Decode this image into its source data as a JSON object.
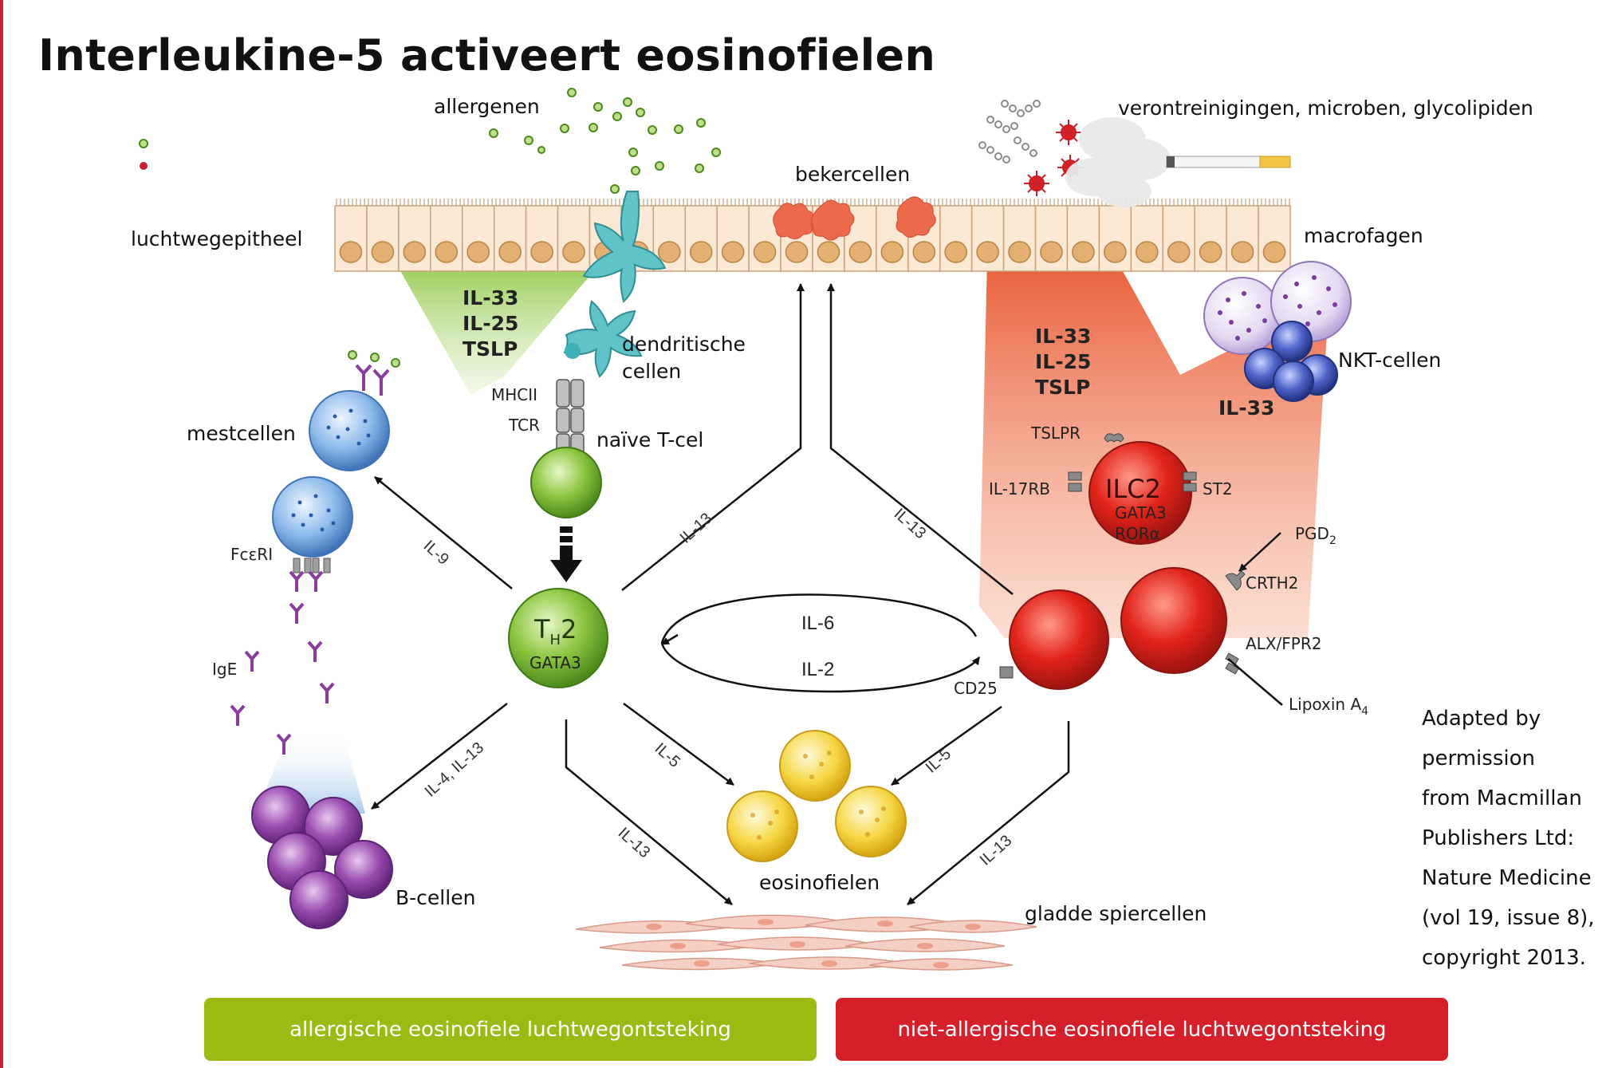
{
  "title": "Interleukine-5 activeert eosinofielen",
  "labels": {
    "allergens": "allergenen",
    "pollutants": "verontreinigingen, microben, glycolipiden",
    "goblet": "bekercellen",
    "epithelium": "luchtwegepitheel",
    "macrophages": "macrofagen",
    "dendritic_1": "dendritische",
    "dendritic_2": "cellen",
    "naive_t": "naïve T-cel",
    "mast": "mestcellen",
    "nkt": "NKT-cellen",
    "b_cells": "B-cellen",
    "eosinophils": "eosinofielen",
    "smooth_muscle": "gladde spiercellen"
  },
  "cytokines": {
    "green_block": [
      "IL-33",
      "IL-25",
      "TSLP"
    ],
    "red_block": [
      "IL-33",
      "IL-25",
      "TSLP"
    ],
    "nkt_il33": "IL-33",
    "il9": "IL-9",
    "il13_up_left": "IL-13",
    "il13_up_right": "IL-13",
    "il6": "IL-6",
    "il2": "IL-2",
    "il5_left": "IL-5",
    "il5_right": "IL-5",
    "il4_il13": "IL-4, IL-13",
    "il13_down_left": "IL-13",
    "il13_down_right": "IL-13"
  },
  "receptors": {
    "mhcii": "MHCII",
    "tcr": "TCR",
    "fceri": "FcεRI",
    "ige": "IgE",
    "tslpr": "TSLPR",
    "il17rb": "IL-17RB",
    "st2": "ST2",
    "cd25": "CD25",
    "pgd2": "PGD",
    "pgd2_sub": "2",
    "crth2": "CRTH2",
    "alx": "ALX/FPR2",
    "lipoxin": "Lipoxin A",
    "lipoxin_sub": "4"
  },
  "cells": {
    "th2_main": "T",
    "th2_sub": "H",
    "th2_num": "2",
    "th2_tf": "GATA3",
    "ilc2": "ILC2",
    "ilc2_tf1": "GATA3",
    "ilc2_tf2": "RORα"
  },
  "credit": [
    "Adapted by",
    "permission",
    "from Macmillan",
    "Publishers Ltd:",
    "Nature Medicine",
    "(vol 19, issue 8),",
    "copyright 2013."
  ],
  "legend": {
    "allergic": "allergische eosinofiele luchtwegontsteking",
    "nonallergic": "niet-allergische eosinofiele luchtwegontsteking"
  },
  "colors": {
    "allergic": "#9bba12",
    "nonallergic": "#d51f2a",
    "border": "#c8202e"
  }
}
